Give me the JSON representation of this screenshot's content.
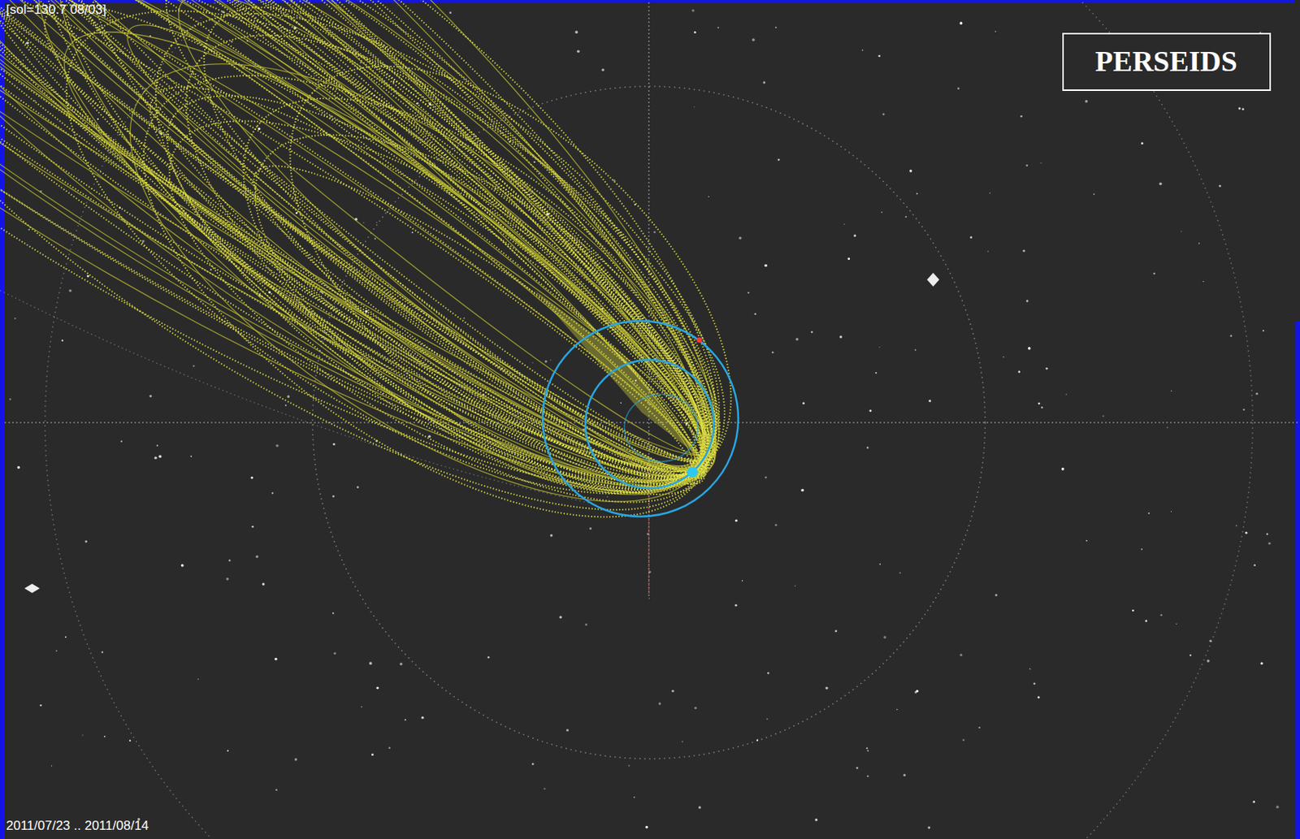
{
  "diagram": {
    "nodes": [
      {
        "text": [
          "PERSEIDS"
        ]
      }
    ],
    "labels": [
      "[sol=130.7 08/03]",
      "2011/07/23 .. 2011/08/14"
    ]
  }
}
